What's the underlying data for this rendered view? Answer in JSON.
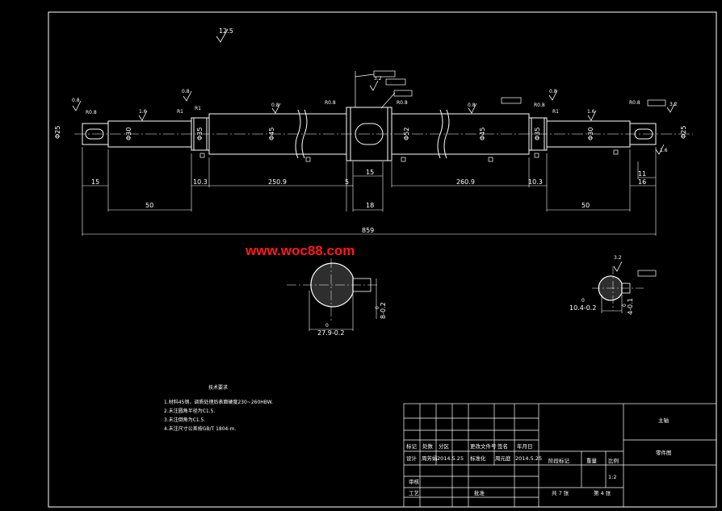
{
  "watermark": "www.woc88.com",
  "roughness_general": "12.5",
  "shaft": {
    "dims": {
      "d15": "15",
      "d50_left": "50",
      "d10_3_left": "10.3",
      "d250_9": "250.9",
      "d5_left": "5",
      "d18": "18",
      "d15_mid": "15",
      "d260_9": "260.9",
      "d10_3_right": "10.3",
      "d50_right": "50",
      "d16": "16",
      "d11": "11",
      "d859": "859"
    },
    "diameters": {
      "left_end": "Φ25",
      "left_mid": "Φ30",
      "left_step": "Φ35",
      "left_main": "Φ45",
      "right_main": "Φ45",
      "center": "Φ52",
      "right_step": "Φ35",
      "right_mid": "Φ30",
      "right_end": "Φ25"
    },
    "roughness": [
      "0.8",
      "1.6",
      "0.8",
      "0.8",
      "3.2",
      "0.8",
      "0.8",
      "1.6",
      "3.2",
      "1.6"
    ],
    "radii": [
      "R0.8",
      "R1",
      "R1",
      "R0.8",
      "R0.8",
      "R0.8",
      "R1",
      "R0.8"
    ]
  },
  "section_a": {
    "dims": {
      "width": "27.9-0.2",
      "tol": "0",
      "depth": "8-0.2",
      "depth_tol": "0"
    }
  },
  "section_b": {
    "roughness": "3.2",
    "dims": {
      "width": "10.4-0.2",
      "tol": "0",
      "depth": "4-0.1",
      "depth_tol": "0"
    }
  },
  "tech_requirements": {
    "title": "技术要求",
    "items": [
      "1.材料45钢，调质处理后表面硬度230~260HBW.",
      "2.未注圆角半径为C1.5.",
      "3.未注倒角为C1.5.",
      "4.未注尺寸公差按GB/T 1804-m."
    ]
  },
  "title_block": {
    "part_name": "主轴",
    "drawing_type": "零件图",
    "headers": [
      "标记",
      "处数",
      "分区",
      "更改文件号",
      "签名",
      "年月日"
    ],
    "row_design": [
      "设计",
      "周芳娟",
      "2014.5.25",
      "标准化",
      "周元庭",
      "2014.5.25"
    ],
    "stage_label": "阶段标记",
    "weight_label": "重量",
    "scale_label": "比例",
    "scale": "1:2",
    "review": "审核",
    "process": "工艺",
    "approve": "批准",
    "sheets": "共 7 张",
    "sheet_no": "第 4 张"
  }
}
